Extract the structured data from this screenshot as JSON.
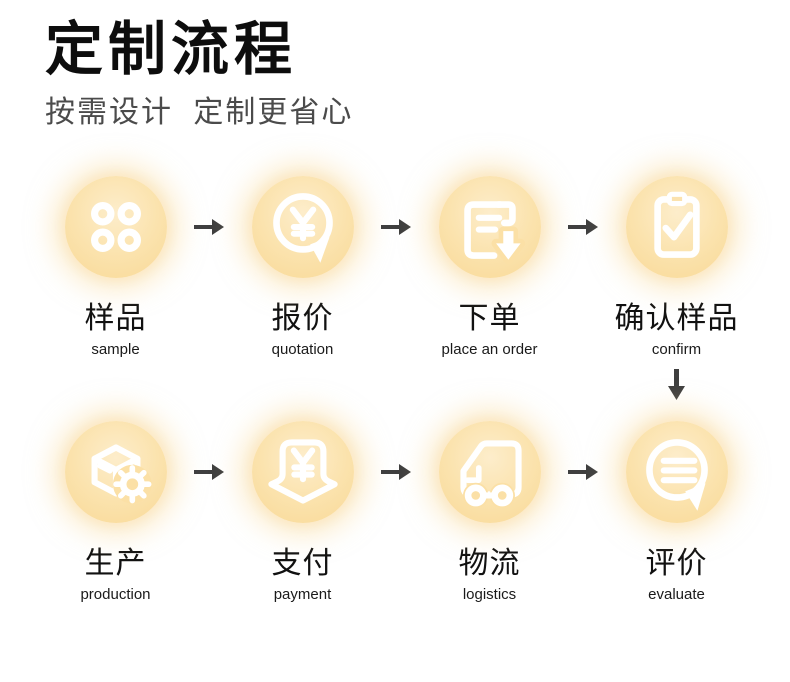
{
  "header": {
    "title": "定制流程",
    "subtitle": "按需设计 定制更省心"
  },
  "colors": {
    "circle_fill": "#fbe2ac",
    "circle_fill_light": "#fdedcb",
    "circle_fill_edge": "#f9d997",
    "icon_stroke": "#ffffff",
    "arrow": "#3f3f3f",
    "title_text": "#0d0d0d",
    "subtitle_text": "#4b4b4b",
    "label_text": "#111111"
  },
  "flow": {
    "rows": [
      {
        "steps": [
          {
            "cn": "样品",
            "en": "sample",
            "icon": "sample-grid-icon"
          },
          {
            "cn": "报价",
            "en": "quotation",
            "icon": "quotation-bubble-yen-icon"
          },
          {
            "cn": "下单",
            "en": "place an order",
            "icon": "order-document-download-icon"
          },
          {
            "cn": "确认样品",
            "en": "confirm",
            "icon": "confirm-clipboard-check-icon"
          }
        ]
      },
      {
        "steps": [
          {
            "cn": "生产",
            "en": "production",
            "icon": "production-box-gear-icon"
          },
          {
            "cn": "支付",
            "en": "payment",
            "icon": "payment-yen-icon"
          },
          {
            "cn": "物流",
            "en": "logistics",
            "icon": "logistics-truck-icon"
          },
          {
            "cn": "评价",
            "en": "evaluate",
            "icon": "evaluate-bubble-lines-icon"
          }
        ]
      }
    ],
    "arrow_right_icon": "arrow-right-icon",
    "arrow_down_icon": "arrow-down-icon"
  }
}
